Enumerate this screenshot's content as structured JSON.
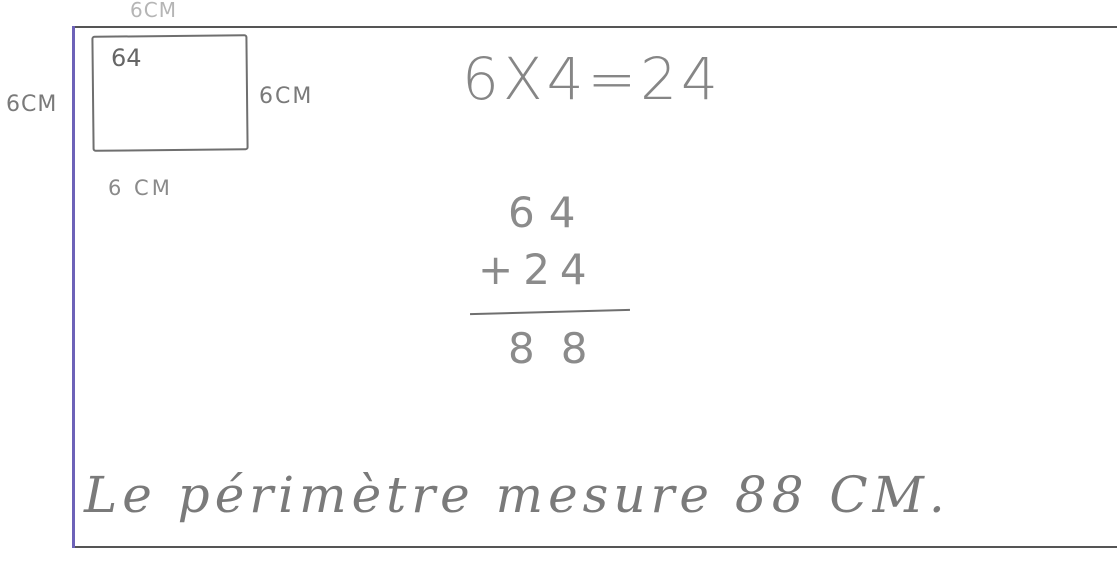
{
  "figure": {
    "square_labels": {
      "top": "6CM",
      "left": "6CM",
      "right": "6CM",
      "bottom": "6 CM",
      "inside": "64"
    },
    "multiplication": "6X4=24",
    "addition": {
      "top": "64",
      "bottom": "+24",
      "result": "88"
    },
    "conclusion": "Le périmètre mesure 88 CM."
  },
  "colors": {
    "ink": "#7a7a7a",
    "margin_line": "#6d62b8",
    "paper": "#ffffff"
  }
}
